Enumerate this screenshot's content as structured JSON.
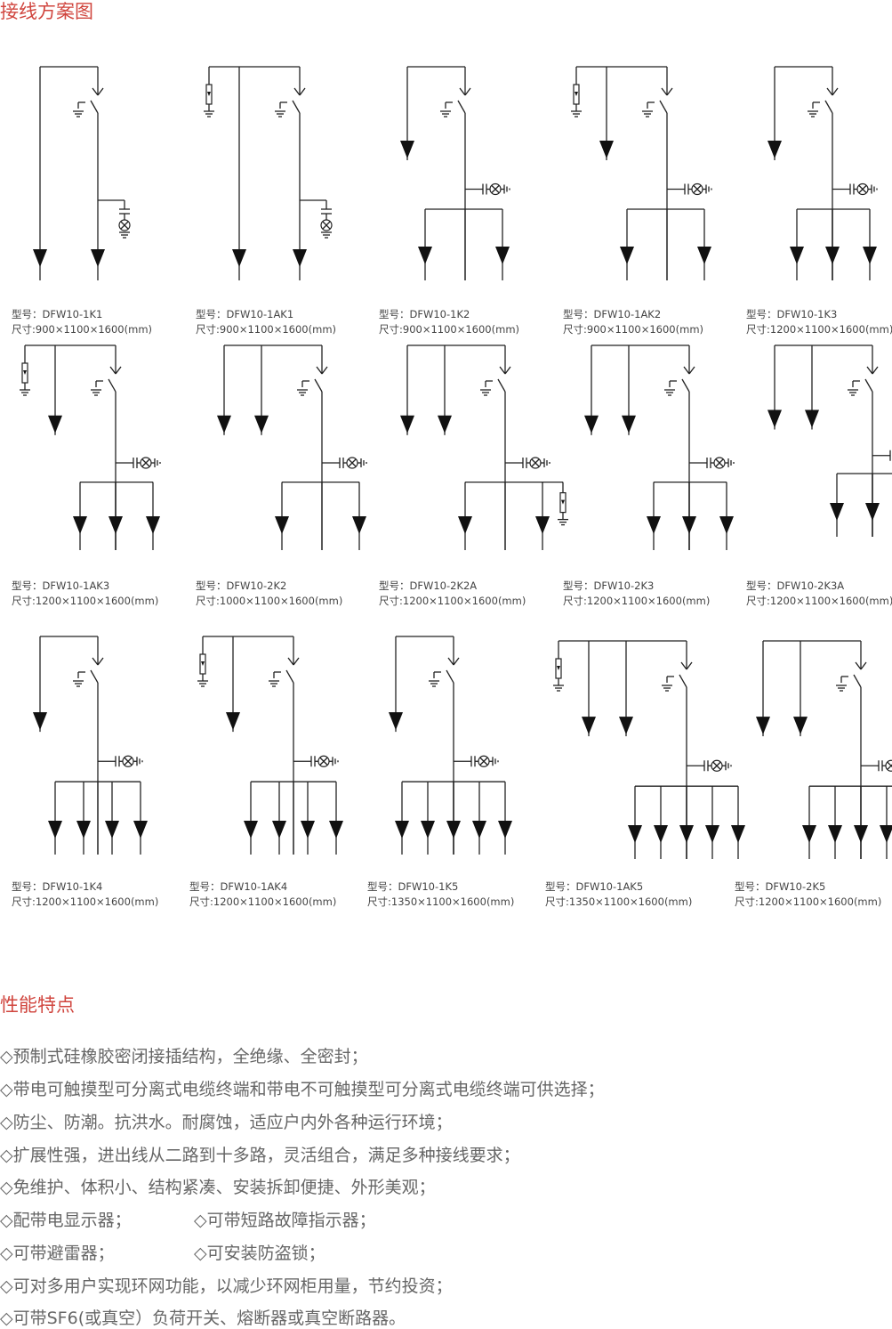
{
  "section1_title": "接线方案图",
  "section2_title": "性能特点",
  "diagrams": [
    {
      "model": "型号：DFW10-1K1",
      "size": "尺寸:900×1100×1600(mm)"
    },
    {
      "model": "型号：DFW10-1AK1",
      "size": "尺寸:900×1100×1600(mm)"
    },
    {
      "model": "型号：DFW10-1K2",
      "size": "尺寸:900×1100×1600(mm)"
    },
    {
      "model": "型号：DFW10-1AK2",
      "size": "尺寸:900×1100×1600(mm)"
    },
    {
      "model": "型号：DFW10-1K3",
      "size": "尺寸:1200×1100×1600(mm)"
    },
    {
      "model": "型号：DFW10-1AK3",
      "size": "尺寸:1200×1100×1600(mm)"
    },
    {
      "model": "型号：DFW10-2K2",
      "size": "尺寸:1000×1100×1600(mm)"
    },
    {
      "model": "型号：DFW10-2K2A",
      "size": "尺寸:1200×1100×1600(mm)"
    },
    {
      "model": "型号：DFW10-2K3",
      "size": "尺寸:1200×1100×1600(mm)"
    },
    {
      "model": "型号：DFW10-2K3A",
      "size": "尺寸:1200×1100×1600(mm)"
    },
    {
      "model": "型号：DFW10-1K4",
      "size": "尺寸:1200×1100×1600(mm)"
    },
    {
      "model": "型号：DFW10-1AK4",
      "size": "尺寸:1200×1100×1600(mm)"
    },
    {
      "model": "型号：DFW10-1K5",
      "size": "尺寸:1350×1100×1600(mm)"
    },
    {
      "model": "型号：DFW10-1AK5",
      "size": "尺寸:1350×1100×1600(mm)"
    },
    {
      "model": "型号：DFW10-2K5",
      "size": "尺寸:1200×1100×1600(mm)"
    }
  ],
  "features": [
    "◇预制式硅橡胶密闭接插结构，全绝缘、全密封；",
    "◇带电可触摸型可分离式电缆终端和带电不可触摸型可分离式电缆终端可供选择；",
    "◇防尘、防潮。抗洪水。耐腐蚀，适应户内外各种运行环境；",
    "◇扩展性强，进出线从二路到十多路，灵活组合，满足多种接线要求；",
    "◇免维护、体积小、结构紧凑、安装拆卸便捷、外形美观；",
    "◇配带电显示器；",
    "◇可带短路故障指示器；",
    "◇可带避雷器；",
    "◇可安装防盗锁；",
    "◇可对多用户实现环网功能，以减少环网柜用量，节约投资；",
    "◇可带SF6(或真空）负荷开关、熔断器或真空断路器。"
  ]
}
